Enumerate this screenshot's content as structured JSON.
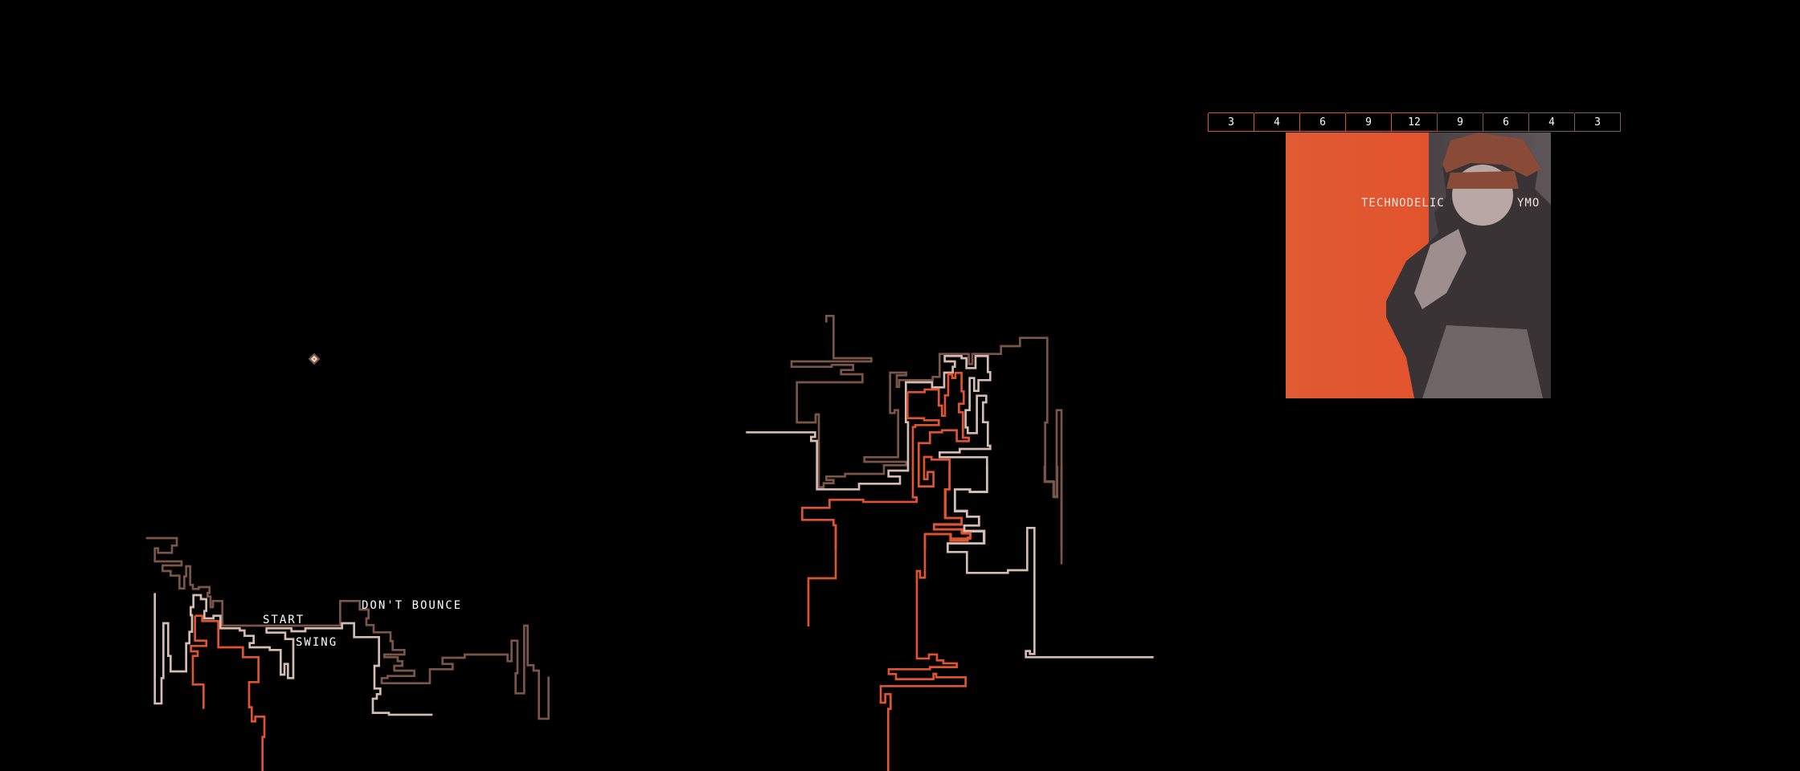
{
  "labels": {
    "start": "START",
    "swing": "SWING",
    "dont_bounce": "DON'T BOUNCE"
  },
  "meter": {
    "values": [
      "3",
      "4",
      "6",
      "9",
      "12",
      "9",
      "6",
      "4",
      "3"
    ]
  },
  "cover": {
    "title": "TECHNODELIC",
    "artist": "YMO"
  },
  "colors": {
    "orange": "#e0532f",
    "light": "#d4bcb3",
    "brown": "#7a5548",
    "background": "#000000"
  }
}
